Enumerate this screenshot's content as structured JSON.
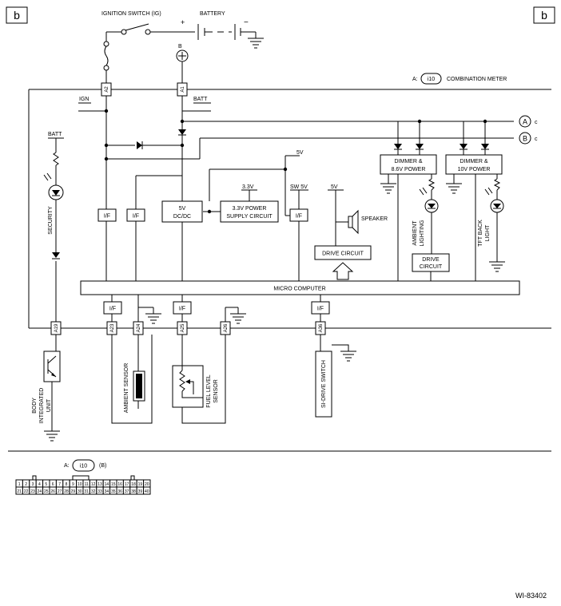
{
  "sheet": {
    "tag": "b",
    "code": "WI-83402"
  },
  "power": {
    "ignition": "IGNITION SWITCH (IG)",
    "battery": "BATTERY",
    "plus": "+",
    "minus": "−",
    "b_label": "B"
  },
  "meter": {
    "prefix": "A:",
    "code": "i10",
    "name": "COMBINATION METER"
  },
  "pins": {
    "a2": "A2",
    "a1": "A1",
    "a19": "A19",
    "a23": "A23",
    "a24": "A24",
    "a25": "A25",
    "a26": "A26",
    "a36": "A36"
  },
  "labels": {
    "ign": "IGN",
    "batt": "BATT",
    "batt2": "BATT",
    "security": "SECURITY",
    "if": "I/F",
    "dcdc_1": "5V",
    "dcdc_2": "DC/DC",
    "v33": "3.3V",
    "ps_1": "3.3V POWER",
    "ps_2": "SUPPLY CIRCUIT",
    "v5a": "5V",
    "v5b": "5V",
    "sw5v": "SW 5V",
    "speaker": "SPEAKER",
    "drive": "DRIVE CIRCUIT",
    "drive2_1": "DRIVE",
    "drive2_2": "CIRCUIT",
    "dim1_1": "DIMMER &",
    "dim1_2": "8.6V POWER",
    "dim2_1": "DIMMER &",
    "dim2_2": "10V POWER",
    "amb_light_1": "AMBIENT",
    "amb_light_2": "LIGHTING",
    "tft_1": "TFT BACK",
    "tft_2": "LIGHT",
    "micro": "MICRO COMPUTER",
    "conn_a": "A",
    "conn_b": "B",
    "conn_c1": "c",
    "conn_c2": "c",
    "body_1": "BODY",
    "body_2": "INTEGRATED",
    "body_3": "UNIT",
    "amb_sensor": "AMBIENT SENSOR",
    "fuel_1": "FUEL LEVEL",
    "fuel_2": "SENSOR",
    "sdrive": "SI-DRIVE SWITCH"
  },
  "connector": {
    "prefix": "A:",
    "code": "i10",
    "variant": "(B)",
    "row1": [
      "1",
      "2",
      "3",
      "4",
      "5",
      "6",
      "7",
      "8",
      "9",
      "10",
      "11",
      "12",
      "13",
      "14",
      "15",
      "16",
      "17",
      "18",
      "19",
      "20"
    ],
    "row2": [
      "21",
      "22",
      "23",
      "24",
      "25",
      "26",
      "27",
      "28",
      "29",
      "30",
      "31",
      "32",
      "33",
      "34",
      "35",
      "36",
      "37",
      "38",
      "39",
      "40"
    ]
  }
}
